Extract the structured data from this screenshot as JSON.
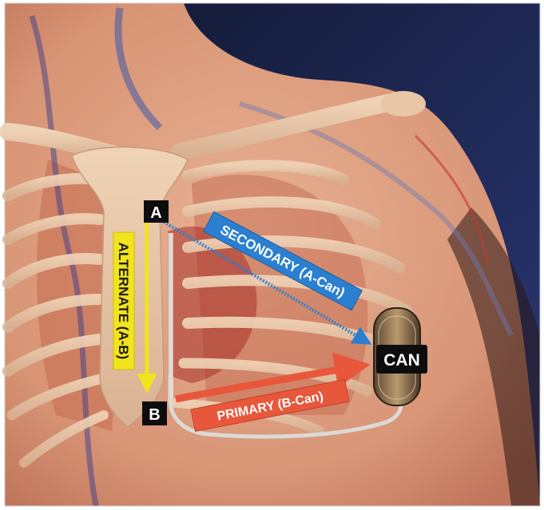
{
  "labels": {
    "point_a": "A",
    "point_b": "B",
    "can": "CAN",
    "secondary": "SECONDARY (A-Can)",
    "alternate": "ALTERNATE (A-B)",
    "primary": "PRIMARY (B-Can)"
  },
  "colors": {
    "secondary": "#2a7fd0",
    "alternate": "#f2e31c",
    "primary": "#e8573c",
    "point_box": "#0d0d0d",
    "background_dark": "#1b2550",
    "skin": "#e9a27e"
  }
}
